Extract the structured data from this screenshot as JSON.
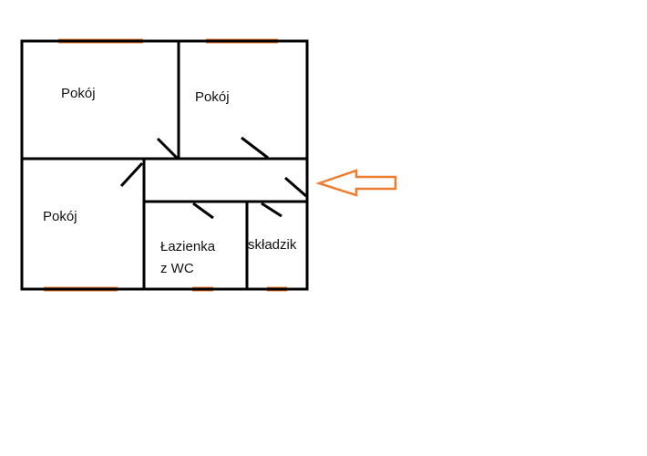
{
  "rooms": {
    "room_top_left": "Pokój",
    "room_top_middle": "Pokój",
    "room_bottom_left": "Pokój",
    "bathroom_line1": "Łazienka",
    "bathroom_line2": "z WC",
    "storage": "składzik"
  },
  "colors": {
    "wall": "#000000",
    "window": "#ed7d31",
    "entrance_arrow": "#ed7d31",
    "background": "#ffffff"
  },
  "icons": {
    "entrance": "arrow-left-icon"
  }
}
